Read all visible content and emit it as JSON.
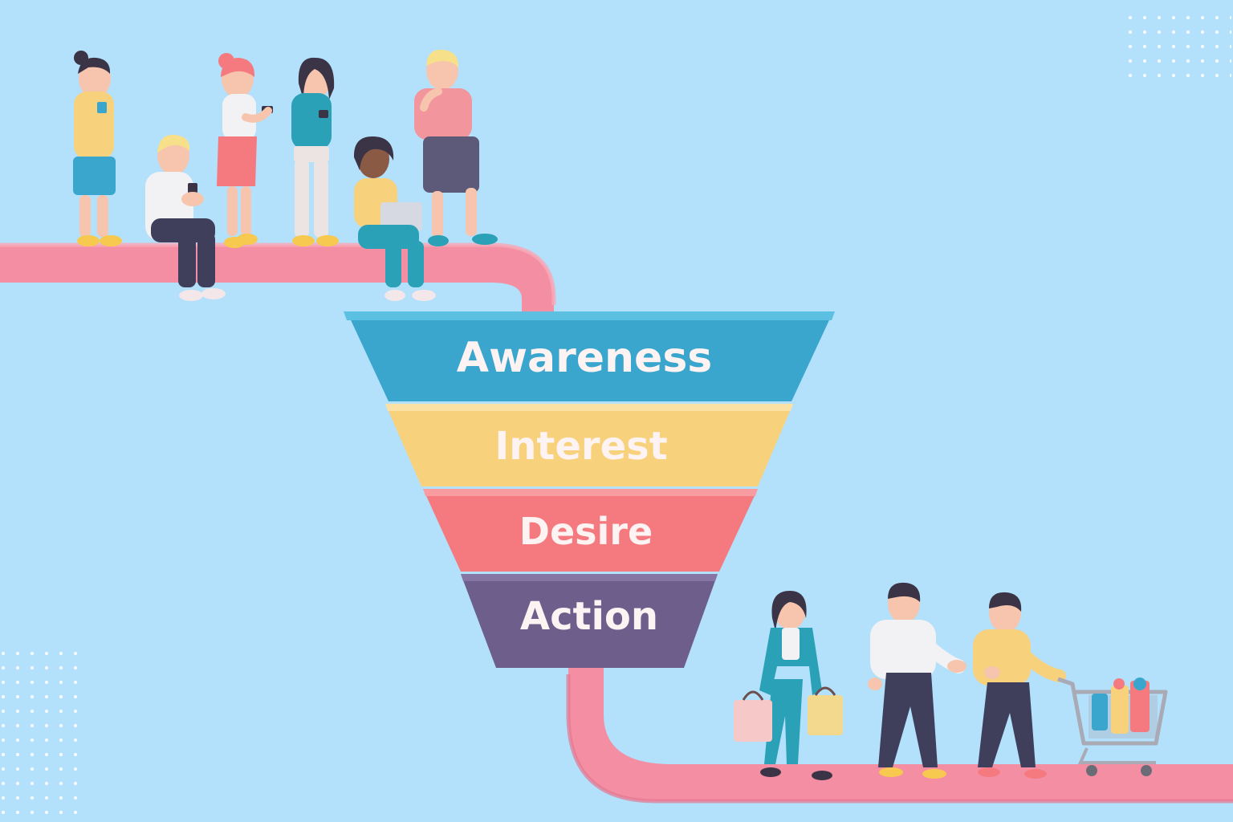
{
  "funnel": {
    "stages": [
      {
        "label": "Awareness",
        "color": "#3aa6ce"
      },
      {
        "label": "Interest",
        "color": "#f8d17d"
      },
      {
        "label": "Desire",
        "color": "#f47a80"
      },
      {
        "label": "Action",
        "color": "#6d5e8c"
      }
    ]
  },
  "colors": {
    "background": "#b3e0fb",
    "pipe": "#f48fa3",
    "text": "#fdf3f3"
  },
  "figures": {
    "top_group": [
      "person-standing-phone",
      "person-sitting-phone",
      "person-red-hair-phone",
      "person-teal-shirt-phone",
      "person-laptop-sitting",
      "person-thinking"
    ],
    "bottom_group": [
      "woman-shopping-bags",
      "man-walking-gesturing",
      "man-pushing-cart",
      "shopping-cart"
    ]
  }
}
